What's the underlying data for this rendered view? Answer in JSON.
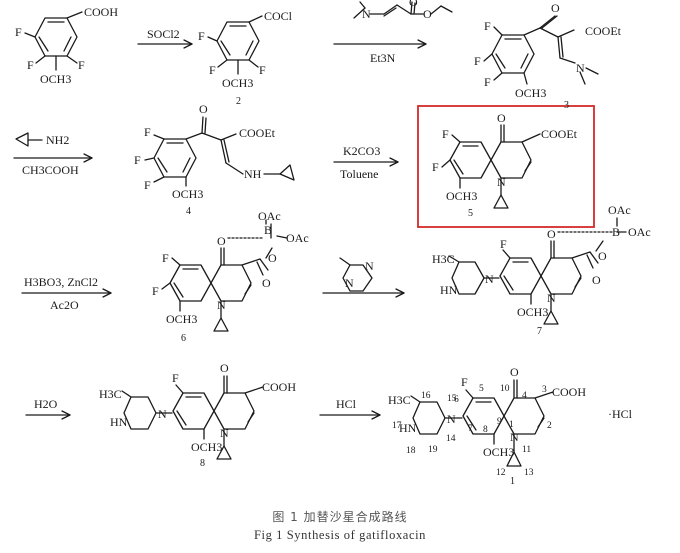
{
  "highlight_color": "#d42a2a",
  "compounds": [
    {
      "id": "c1",
      "number": "",
      "subs": {
        "acid": "COOH",
        "F_a": "F",
        "F_b": "F",
        "F_c": "F",
        "ome": "OCH3"
      }
    },
    {
      "id": "c2",
      "number": "2",
      "subs": {
        "acyl": "COCl",
        "F_a": "F",
        "F_b": "F",
        "F_c": "F",
        "ome": "OCH3"
      }
    },
    {
      "id": "c3",
      "number": "3",
      "subs": {
        "ester": "COOEt",
        "F_a": "F",
        "F_b": "F",
        "F_c": "F",
        "ome": "OCH3",
        "N": "N"
      }
    },
    {
      "id": "c4",
      "number": "4",
      "subs": {
        "ester": "COOEt",
        "F_a": "F",
        "F_b": "F",
        "F_c": "F",
        "ome": "OCH3",
        "NH": "NH"
      }
    },
    {
      "id": "c5",
      "number": "5",
      "subs": {
        "ester": "COOEt",
        "F_a": "F",
        "F_b": "F",
        "ome": "OCH3",
        "N": "N",
        "O": "O"
      }
    },
    {
      "id": "c6",
      "number": "6",
      "subs": {
        "F_a": "F",
        "F_b": "F",
        "ome": "OCH3",
        "N": "N",
        "O": "O",
        "B": "B",
        "OAc1": "OAc",
        "OAc2": "OAc",
        "Ox": "O",
        "Oy": "O"
      }
    },
    {
      "id": "c7",
      "number": "7",
      "subs": {
        "F": "F",
        "HN": "HN",
        "N": "N",
        "ome": "OCH3",
        "O": "O",
        "B": "B",
        "OAc1": "OAc",
        "OAc2": "OAc",
        "Ox": "O",
        "Oy": "O",
        "N1": "N"
      }
    },
    {
      "id": "c8",
      "number": "8",
      "subs": {
        "F": "F",
        "HN": "HN",
        "N": "N",
        "ome": "OCH3",
        "O": "O",
        "acid": "COOH",
        "N1": "N"
      }
    },
    {
      "id": "c1f",
      "number": "1",
      "subs": {
        "F": "F",
        "H3C": "H3C",
        "HN": "HN",
        "N": "N",
        "ome": "OCH3",
        "O": "O",
        "acid": "COOH",
        "N1": "N",
        "salt": "·HCl"
      }
    }
  ],
  "atom_numbers": [
    "1",
    "2",
    "3",
    "4",
    "5",
    "6",
    "7",
    "8",
    "9",
    "10",
    "11",
    "12",
    "13",
    "14",
    "15",
    "16",
    "17",
    "18",
    "19"
  ],
  "arrows": [
    {
      "id": "a1",
      "above": "SOCl2",
      "below": ""
    },
    {
      "id": "a2",
      "above": "",
      "below": "Et3N"
    },
    {
      "id": "a3",
      "above": "NH2",
      "below": "CH3COOH"
    },
    {
      "id": "a4",
      "above": "K2CO3",
      "below": "Toluene"
    },
    {
      "id": "a5",
      "above": "H3BO3, ZnCl2",
      "below": "Ac2O"
    },
    {
      "id": "a6",
      "above": "",
      "below": ""
    },
    {
      "id": "a7",
      "above": "H2O",
      "below": ""
    },
    {
      "id": "a8",
      "above": "HCl",
      "below": ""
    }
  ],
  "reagent_labels": {
    "acrylate_N": "N",
    "acrylate_O": "O",
    "acrylate_O2": "O",
    "piperazine_N": "N",
    "piperazine_NH": "N"
  },
  "caption": {
    "zh": "图 1    加替沙星合成路线",
    "en": "Fig 1    Synthesis of gatifloxacin"
  }
}
